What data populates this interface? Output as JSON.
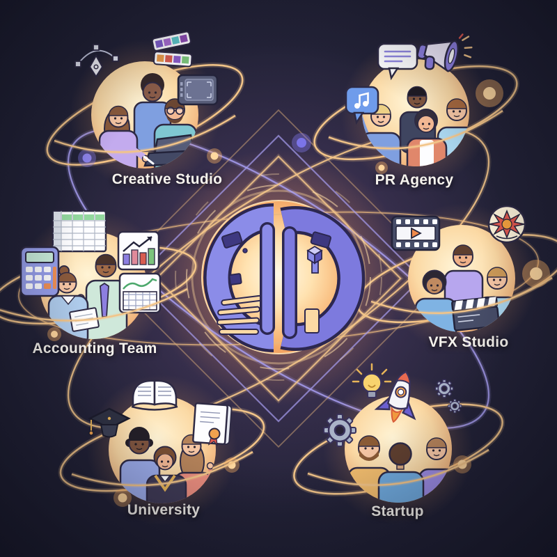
{
  "background_color": "#212236",
  "hub": {
    "name": "central-ai-core",
    "icon": "brain-maze-icon",
    "glow_color": "#ffb066"
  },
  "nodes": [
    {
      "id": "creative-studio",
      "label": "Creative Studio",
      "people_count": 3,
      "icons": [
        "pen-tool-icon",
        "color-swatches-icon",
        "drawing-tablet-icon"
      ]
    },
    {
      "id": "pr-agency",
      "label": "PR Agency",
      "people_count": 4,
      "icons": [
        "speech-bubble-icon",
        "music-note-bubble-icon",
        "megaphone-icon"
      ]
    },
    {
      "id": "accounting-team",
      "label": "Accounting Team",
      "people_count": 2,
      "icons": [
        "spreadsheet-icon",
        "calculator-icon",
        "bar-chart-icon",
        "ledger-chart-icon"
      ]
    },
    {
      "id": "vfx-studio",
      "label": "VFX Studio",
      "people_count": 3,
      "icons": [
        "film-strip-icon",
        "explosion-badge-icon",
        "clapperboard-icon"
      ]
    },
    {
      "id": "university",
      "label": "University",
      "people_count": 3,
      "icons": [
        "graduation-cap-icon",
        "open-book-icon",
        "diploma-icon"
      ]
    },
    {
      "id": "startup",
      "label": "Startup",
      "people_count": 3,
      "icons": [
        "light-bulb-icon",
        "rocket-icon",
        "gear-icon"
      ]
    }
  ],
  "colors": {
    "orbit_gold": "#f2c488",
    "orbit_purple": "#a79df0",
    "node_glow": "#fbd9a4",
    "label": "#f6f3ed"
  }
}
